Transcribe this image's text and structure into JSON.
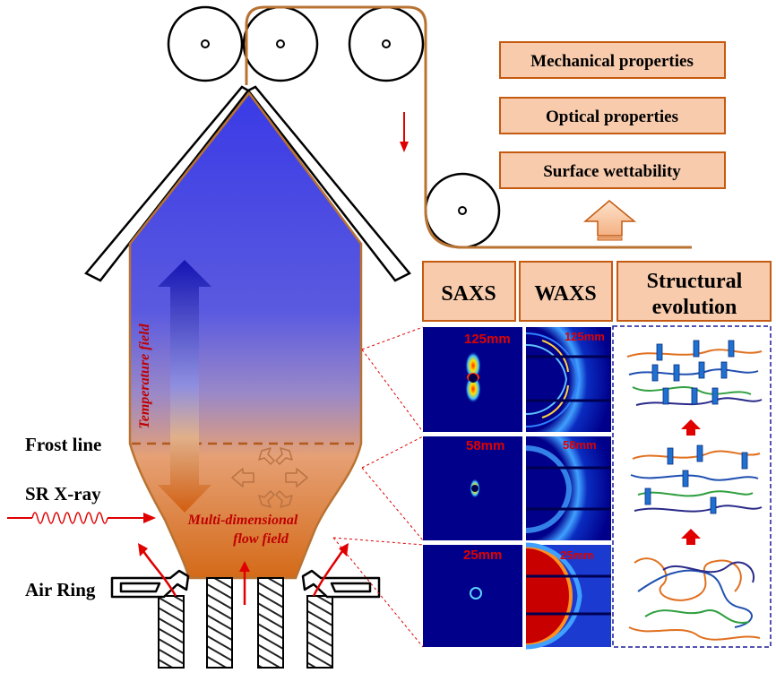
{
  "properties": {
    "mechanical": "Mechanical properties",
    "optical": "Optical properties",
    "wettability": "Surface wettability"
  },
  "headers": {
    "saxs": "SAXS",
    "waxs": "WAXS",
    "structural_line1": "Structural",
    "structural_line2": "evolution"
  },
  "patterns": {
    "row1": "125mm",
    "row2": "58mm",
    "row3": "25mm"
  },
  "left_labels": {
    "frost_line": "Frost line",
    "sr_xray": "SR X-ray",
    "air_ring": "Air Ring"
  },
  "bubble": {
    "temperature_field": "Temperature field",
    "flow_field_line1": "Multi-dimensional",
    "flow_field_line2": "flow field"
  },
  "colors": {
    "film_line": "#b87333",
    "box_fill": "#f8cbad",
    "box_stroke": "#c55a11",
    "bubble_top": "#3a3ae8",
    "bubble_bottom": "#d9731d",
    "accent_red": "#e00000",
    "pattern_bg": "#00008b"
  }
}
